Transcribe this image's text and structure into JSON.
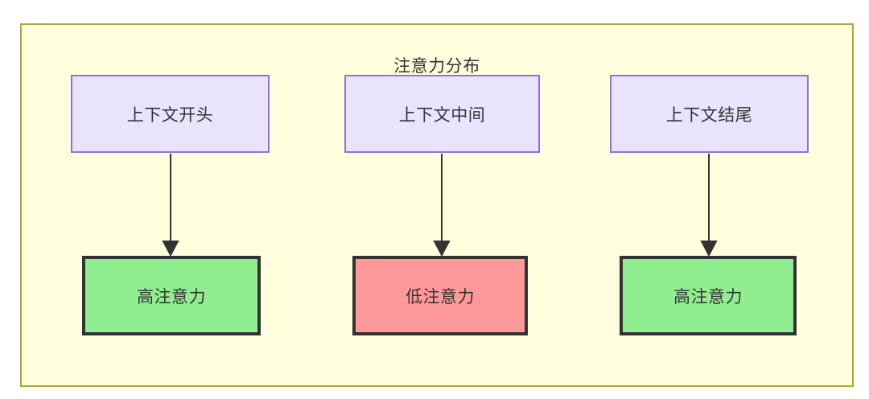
{
  "diagram": {
    "title": "注意力分布",
    "frame": {
      "fill_color": "#ffffdd",
      "border_color": "#aaaa33"
    },
    "columns": [
      {
        "id": "col-start",
        "source": {
          "label": "上下文开头",
          "fill_color": "#e8e4fb",
          "border_color": "#9370db"
        },
        "target": {
          "label": "高注意力",
          "fill_color": "#90ee90",
          "border_color": "#333333"
        },
        "edge": {
          "direction": "down",
          "arrowhead": "solid-triangle",
          "color": "#333333"
        }
      },
      {
        "id": "col-middle",
        "source": {
          "label": "上下文中间",
          "fill_color": "#e8e4fb",
          "border_color": "#9370db"
        },
        "target": {
          "label": "低注意力",
          "fill_color": "#ff9999",
          "border_color": "#333333"
        },
        "edge": {
          "direction": "down",
          "arrowhead": "solid-triangle",
          "color": "#333333"
        }
      },
      {
        "id": "col-end",
        "source": {
          "label": "上下文结尾",
          "fill_color": "#e8e4fb",
          "border_color": "#9370db"
        },
        "target": {
          "label": "高注意力",
          "fill_color": "#90ee90",
          "border_color": "#333333"
        },
        "edge": {
          "direction": "down",
          "arrowhead": "solid-triangle",
          "color": "#333333"
        }
      }
    ]
  }
}
